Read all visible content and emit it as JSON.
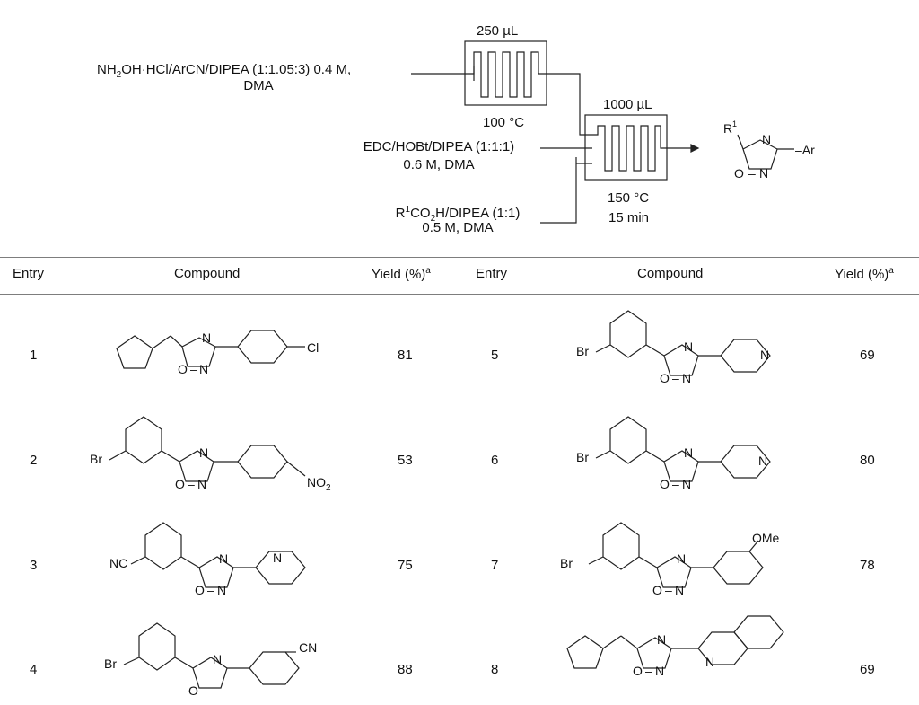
{
  "scheme": {
    "feed1_line1": "NH2OH·HCl/ArCN/DIPEA (1:1.05:3) 0.4 M,",
    "feed1_line2": "DMA",
    "reactor1_volume": "250 µL",
    "reactor1_temp": "100 °C",
    "feed2_line1": "EDC/HOBt/DIPEA (1:1:1)",
    "feed2_line2": "0.6 M, DMA",
    "feed3_line1": "R1CO2H/DIPEA (1:1)",
    "feed3_line2": "0.5 M, DMA",
    "reactor2_volume": "1000 µL",
    "reactor2_temp": "150 °C",
    "reactor2_time": "15 min",
    "product_labels": {
      "r1": "R1",
      "n3": "N",
      "o": "O",
      "n": "N",
      "ar": "Ar"
    }
  },
  "table": {
    "headers": [
      "Entry",
      "Compound",
      "Yield (%)a",
      "Entry",
      "Compound",
      "Yield (%)a"
    ],
    "rows_left": [
      {
        "entry": "1",
        "yield": "81",
        "labels": [
          "N",
          "O",
          "N",
          "Cl"
        ]
      },
      {
        "entry": "2",
        "yield": "53",
        "labels": [
          "Br",
          "N",
          "O",
          "N",
          "NO2"
        ]
      },
      {
        "entry": "3",
        "yield": "75",
        "labels": [
          "NC",
          "N",
          "O",
          "N",
          "N"
        ]
      },
      {
        "entry": "4",
        "yield": "88",
        "labels": [
          "Br",
          "N",
          "O",
          "CN"
        ]
      }
    ],
    "rows_right": [
      {
        "entry": "5",
        "yield": "69",
        "labels": [
          "Br",
          "N",
          "O",
          "N",
          "N"
        ]
      },
      {
        "entry": "6",
        "yield": "80",
        "labels": [
          "Br",
          "N",
          "O",
          "N",
          "N"
        ]
      },
      {
        "entry": "7",
        "yield": "78",
        "labels": [
          "Br",
          "N",
          "O",
          "N",
          "OMe"
        ]
      },
      {
        "entry": "8",
        "yield": "69",
        "labels": [
          "N",
          "O",
          "N",
          "N"
        ]
      }
    ]
  }
}
